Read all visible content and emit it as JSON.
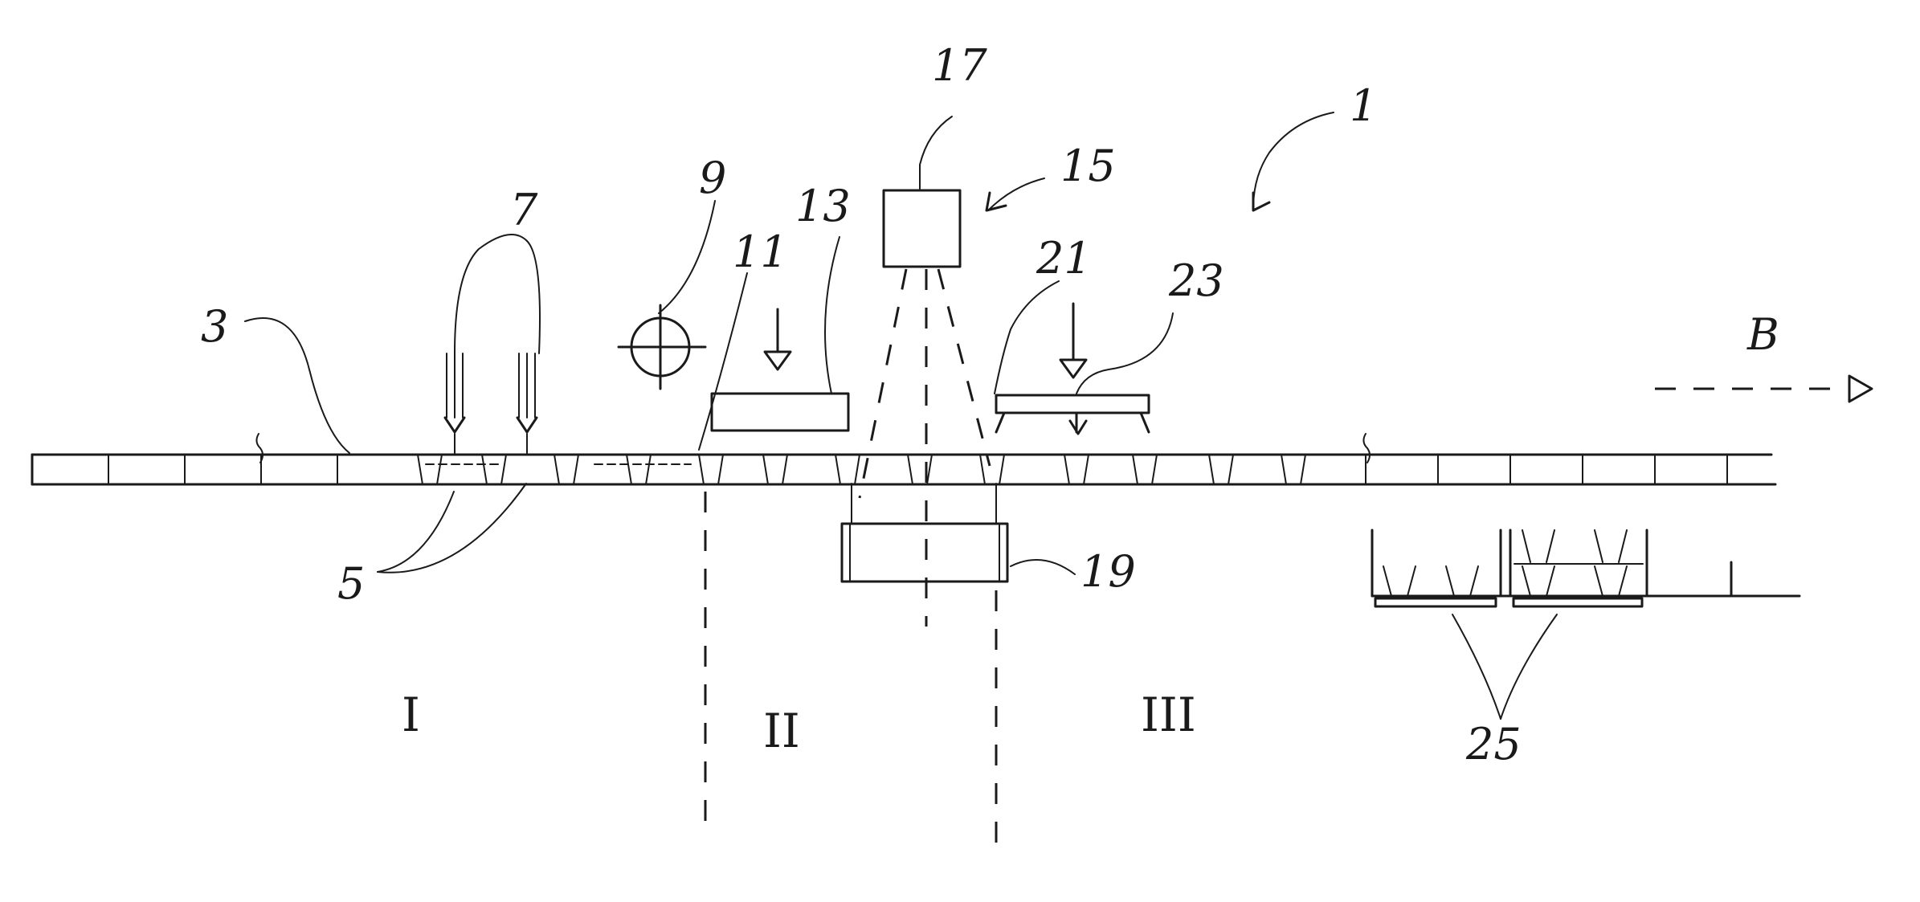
{
  "labels": {
    "l1": "1",
    "l3": "3",
    "l5": "5",
    "l7": "7",
    "l9": "9",
    "l11": "11",
    "l13": "13",
    "l15": "15",
    "l17": "17",
    "l19": "19",
    "l21": "21",
    "l23": "23",
    "l25": "25",
    "lB": "B"
  },
  "zones": {
    "z1": "I",
    "z2": "II",
    "z3": "III"
  }
}
